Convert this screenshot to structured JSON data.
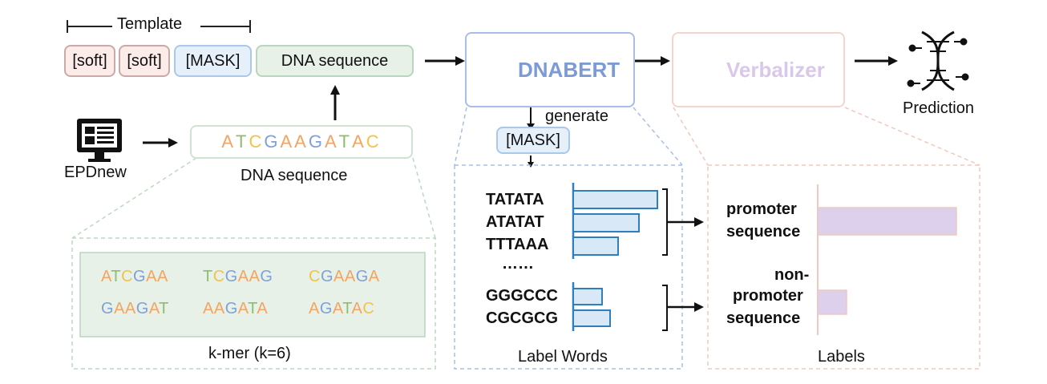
{
  "template": {
    "label": "Template",
    "tokens": [
      "[soft]",
      "[soft]",
      "[MASK]",
      "DNA sequence"
    ]
  },
  "source": {
    "label": "EPDnew"
  },
  "dna": {
    "sequence": [
      "A",
      "T",
      "C",
      "G",
      "A",
      "A",
      "G",
      "A",
      "T",
      "A",
      "C"
    ],
    "caption": "DNA sequence"
  },
  "kmers": {
    "items": [
      [
        "A",
        "T",
        "C",
        "G",
        "A",
        "A"
      ],
      [
        "T",
        "C",
        "G",
        "A",
        "A",
        "G"
      ],
      [
        "C",
        "G",
        "A",
        "A",
        "G",
        "A"
      ],
      [
        "G",
        "A",
        "A",
        "G",
        "A",
        "T"
      ],
      [
        "A",
        "A",
        "G",
        "A",
        "T",
        "A"
      ],
      [
        "A",
        "G",
        "A",
        "T",
        "A",
        "C"
      ]
    ],
    "caption": "k-mer (k=6)"
  },
  "model": {
    "name": "DNABERT",
    "generate_label": "generate",
    "mask_token": "[MASK]"
  },
  "verbalizer": {
    "name": "Verbalizer"
  },
  "prediction": {
    "label": "Prediction"
  },
  "label_words": {
    "caption": "Label Words",
    "ellipsis": "……",
    "group1": [
      "TATATA",
      "ATATAT",
      "TTTAAA"
    ],
    "group2": [
      "GGGCCC",
      "CGCGCG"
    ]
  },
  "labels": {
    "caption": "Labels",
    "promoter_line1": "promoter",
    "promoter_line2": "sequence",
    "nonpromoter_line1": "non-",
    "nonpromoter_line2": "promoter",
    "nonpromoter_line3": "sequence"
  },
  "colors": {
    "A": "#f4a460",
    "T": "#8fbc6f",
    "C": "#f2c24a",
    "G": "#7fa1d8",
    "soft_bg": "#fbecea",
    "soft_border": "#c9aaa6",
    "mask_bg": "#e6f0fb",
    "mask_border": "#a9c8ea",
    "dna_bg": "#e7f1e8",
    "dna_border": "#b8d6bd",
    "dnabert": "#7c9ad6",
    "verbalizer": "#d9c8ea",
    "bar_blue": "#2f7ebd",
    "bar_purple": "#ddd0ec"
  }
}
